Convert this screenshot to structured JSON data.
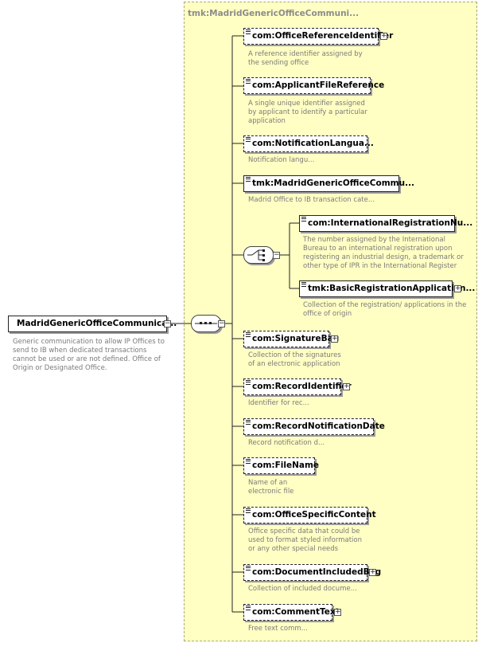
{
  "type_name": "tmk:MadridGenericOfficeCommuni...",
  "root": {
    "name": "MadridGenericOfficeCommunica...",
    "description": "Generic communication to allow IP Offices to\nsend to IB when dedicated transactions\ncannot be used or are not defined. Office of\nOrigin or Designated Office."
  },
  "elements": [
    {
      "name": "com:OfficeReferenceIdentifier",
      "description": "A reference identifier assigned by\nthe sending office",
      "optional": true,
      "expandable": true
    },
    {
      "name": "com:ApplicantFileReference",
      "description": "A single unique identifier assigned\nby applicant to identify a particular\napplication",
      "optional": true,
      "expandable": false
    },
    {
      "name": "com:NotificationLangua...",
      "description": "Notification langu...",
      "optional": true,
      "expandable": false
    },
    {
      "name": "tmk:MadridGenericOfficeCommu...",
      "description": "Madrid Office to IB transaction cate...",
      "optional": false,
      "expandable": false
    },
    {
      "name": "com:InternationalRegistrationNu...",
      "description": "The number assigned by the International\nBureau to an international registration upon\nregistering an industrial design, a trademark or\nother type of IPR in the International Register",
      "optional": false,
      "expandable": false
    },
    {
      "name": "tmk:BasicRegistrationApplication...",
      "description": "Collection of the registration/ applications in the\noffice of origin",
      "optional": false,
      "expandable": true
    },
    {
      "name": "com:SignatureBag",
      "description": "Collection of the signatures\nof an electronic application",
      "optional": true,
      "expandable": true
    },
    {
      "name": "com:RecordIdentifier",
      "description": "Identifier for rec...",
      "optional": true,
      "expandable": true
    },
    {
      "name": "com:RecordNotificationDate",
      "description": "Record notification d...",
      "optional": true,
      "expandable": false
    },
    {
      "name": "com:FileName",
      "description": "Name of an\nelectronic file",
      "optional": true,
      "expandable": false
    },
    {
      "name": "com:OfficeSpecificContent",
      "description": "Office specific data that could be\nused to format styled information\nor any other special needs",
      "optional": true,
      "expandable": false
    },
    {
      "name": "com:DocumentIncludedBag",
      "description": "Collection of included docume...",
      "optional": true,
      "expandable": true
    },
    {
      "name": "com:CommentText",
      "description": "Free text comm...",
      "optional": true,
      "expandable": true
    }
  ],
  "icons": {
    "expand": "plus-icon",
    "collapse": "minus-icon",
    "sequence": "sequence-compositor-icon",
    "choice": "choice-compositor-icon"
  },
  "colors": {
    "type_background": "#ffffc4",
    "border": "#222222",
    "description_text": "#7a7a7a"
  }
}
